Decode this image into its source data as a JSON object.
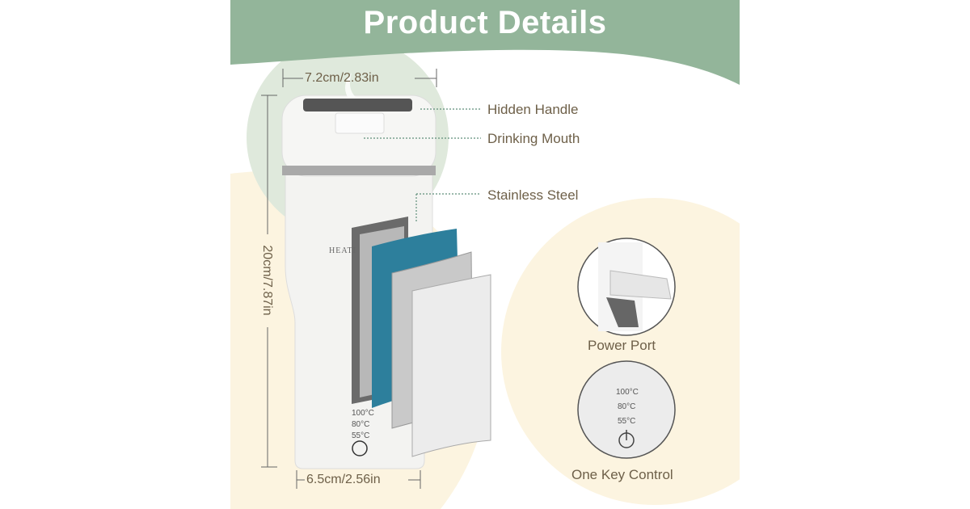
{
  "title": "Product Details",
  "dimensions": {
    "top_width": "7.2cm/2.83in",
    "height": "20cm/7.87in",
    "bottom_width": "6.5cm/2.56in"
  },
  "callouts": [
    "Hidden Handle",
    "Drinking Mouth",
    "Stainless Steel"
  ],
  "cup_text": "HEATI",
  "details": {
    "power_port": "Power Port",
    "one_key_control": "One Key Control",
    "temperatures": [
      "100°C",
      "80°C",
      "55°C"
    ]
  },
  "colors": {
    "banner": "#93b59a",
    "cream": "#fbf3df",
    "green_circle": "#dce8dc",
    "teal_layer": "#2d7f9c",
    "label": "#6e6049"
  }
}
